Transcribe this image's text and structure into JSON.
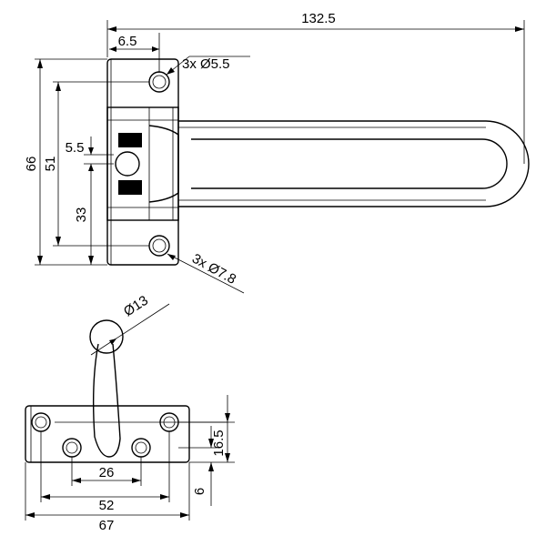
{
  "drawing": {
    "dimensions": {
      "overall_length": "132.5",
      "hole_offset": "6.5",
      "top_holes": "3x Ø5.5",
      "bottom_holes": "3x Ø7.8",
      "plate_height": "66",
      "hole_spacing": "51",
      "center_offset": "5.5",
      "lower_offset": "33",
      "knob_diameter": "Ø13",
      "inner_hole_spacing": "26",
      "outer_hole_spacing": "52",
      "plate_length": "67",
      "bracket_height": "16.5",
      "bracket_offset": "6"
    }
  }
}
